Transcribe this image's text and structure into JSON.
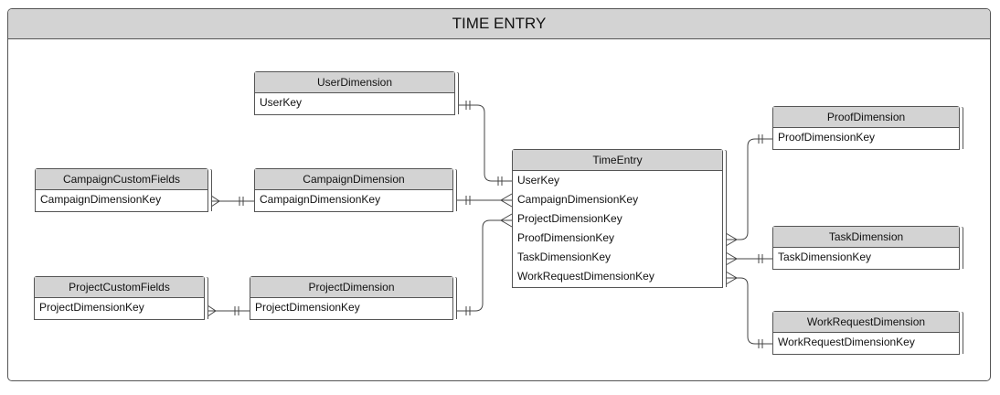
{
  "diagram": {
    "title": "TIME ENTRY",
    "entities": {
      "user_dimension": {
        "title": "UserDimension",
        "fields": [
          "UserKey"
        ]
      },
      "campaign_custom_fields": {
        "title": "CampaignCustomFields",
        "fields": [
          "CampaignDimensionKey"
        ]
      },
      "campaign_dimension": {
        "title": "CampaignDimension",
        "fields": [
          "CampaignDimensionKey"
        ]
      },
      "project_custom_fields": {
        "title": "ProjectCustomFields",
        "fields": [
          "ProjectDimensionKey"
        ]
      },
      "project_dimension": {
        "title": "ProjectDimension",
        "fields": [
          "ProjectDimensionKey"
        ]
      },
      "time_entry": {
        "title": "TimeEntry",
        "fields": [
          "UserKey",
          "CampaignDimensionKey",
          "ProjectDimensionKey",
          "ProofDimensionKey",
          "TaskDimensionKey",
          "WorkRequestDimensionKey"
        ]
      },
      "proof_dimension": {
        "title": "ProofDimension",
        "fields": [
          "ProofDimensionKey"
        ]
      },
      "task_dimension": {
        "title": "TaskDimension",
        "fields": [
          "TaskDimensionKey"
        ]
      },
      "work_request_dimension": {
        "title": "WorkRequestDimension",
        "fields": [
          "WorkRequestDimensionKey"
        ]
      }
    }
  }
}
